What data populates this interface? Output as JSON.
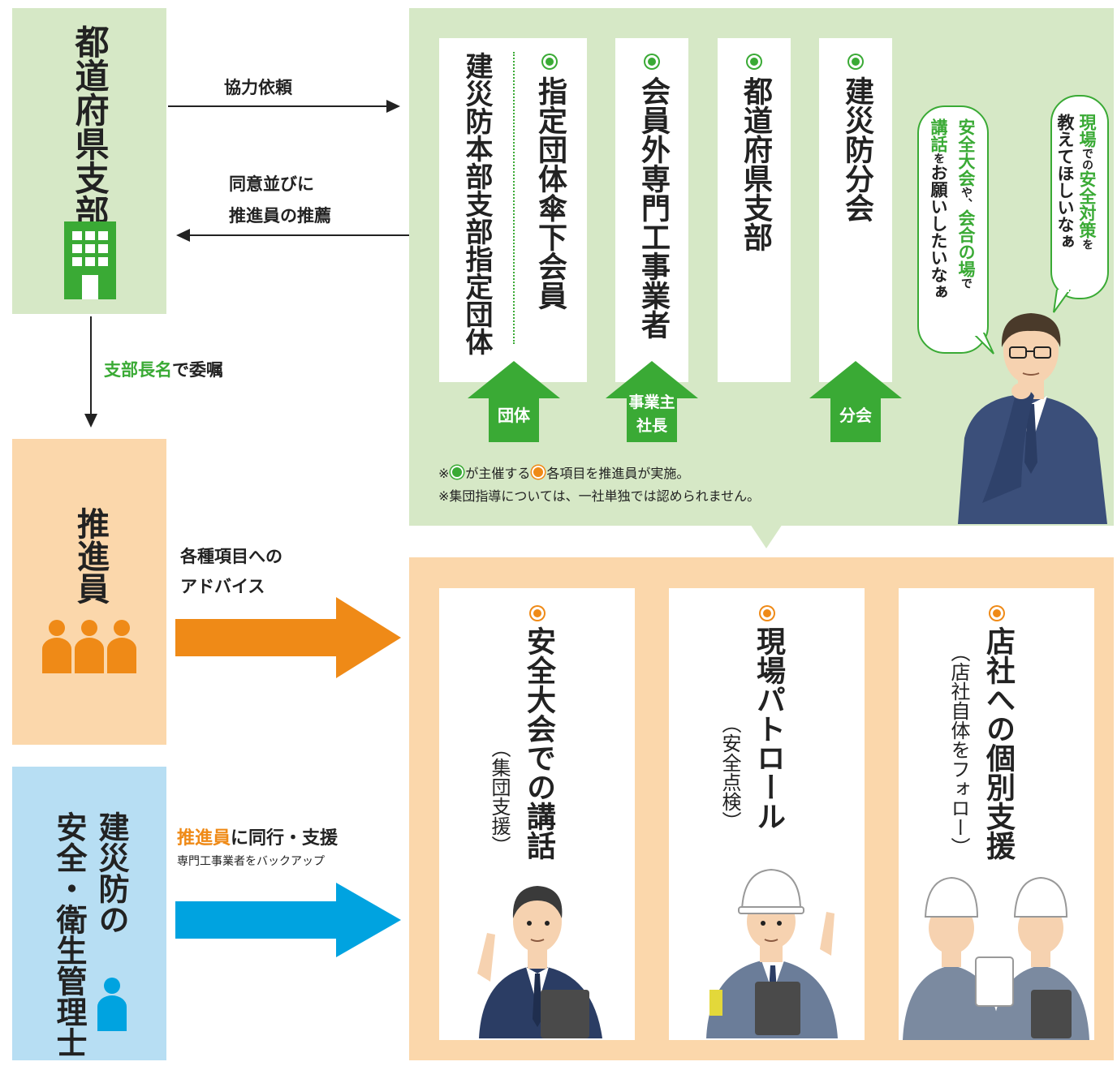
{
  "left": {
    "branch": {
      "title": "都道府県支部"
    },
    "promoter": {
      "title": "推進員"
    },
    "manager": {
      "line1": "建災防の",
      "line2": "安全・衛生管理士"
    }
  },
  "arrows": {
    "request": "協力依頼",
    "consent_line1": "同意並びに",
    "consent_line2": "推進員の推薦",
    "appoint_highlight": "支部長名",
    "appoint_rest": "で委嘱",
    "advice_line1": "各種項目への",
    "advice_line2": "アドバイス",
    "accompany_highlight": "推進員",
    "accompany_rest": "に同行・支援",
    "accompany_sub": "専門工事業者をバックアップ"
  },
  "organizers": {
    "cards": [
      {
        "main": "指定団体傘下会員",
        "side": "建災防本部支部指定団体"
      },
      {
        "main": "会員外専門工事業者"
      },
      {
        "main": "都道府県支部"
      },
      {
        "main": "建災防分会"
      }
    ],
    "tags": [
      "団体",
      "事業主",
      "社長",
      "分会"
    ],
    "note1_a": "※",
    "note1_b": "が主催する",
    "note1_c": "各項目を推進員が実施。",
    "note2": "※集団指導については、一社単独では認められません。",
    "bubble1_a": "現場",
    "bubble1_b": "での",
    "bubble1_c": "安全対策",
    "bubble1_d": "を",
    "bubble1_e": "教えてほしいなぁ",
    "bubble2_a": "安全大会",
    "bubble2_b": "や、",
    "bubble2_c": "会合の場",
    "bubble2_d": "で",
    "bubble2_e": "講話",
    "bubble2_f": "を",
    "bubble2_g": "お願いしたいなぁ"
  },
  "activities": [
    {
      "title": "安全大会での講話",
      "sub": "（集団支援）"
    },
    {
      "title": "現場パトロール",
      "sub": "（安全点検）"
    },
    {
      "title": "店社への個別支援",
      "sub": "（店社自体をフォロー）"
    }
  ],
  "colors": {
    "green": "#3aaa35",
    "orange": "#ef8a17",
    "blue": "#00a3e0",
    "navy": "#2b3d64"
  }
}
